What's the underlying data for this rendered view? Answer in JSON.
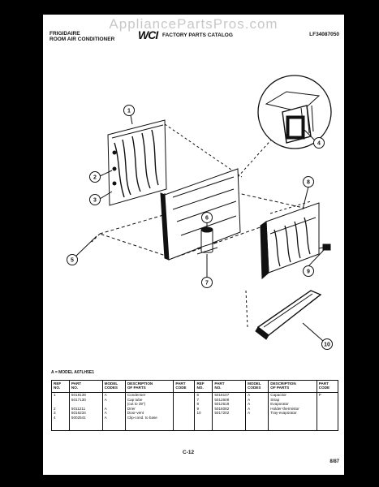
{
  "watermark": "AppliancePartsPros.com",
  "header": {
    "brand": "FRIGIDAIRE",
    "product": "ROOM AIR CONDITIONER",
    "logo": "WCI",
    "catalog": "FACTORY PARTS CATALOG",
    "model": "LF34087050"
  },
  "callouts": [
    "1",
    "2",
    "3",
    "4",
    "5",
    "6",
    "7",
    "8",
    "9",
    "10"
  ],
  "model_note": "A = MODEL A07LH5E1",
  "table": {
    "headers": {
      "ref_no": [
        "REF",
        "NO."
      ],
      "part_no": [
        "PART",
        "NO."
      ],
      "model_codes": [
        "MODEL",
        "CODES"
      ],
      "description": [
        "DESCRIPTION",
        "OF PARTS"
      ],
      "part_code": [
        "PART",
        "CODE"
      ]
    },
    "left": {
      "refs": [
        "1",
        "",
        "2",
        "3",
        "4"
      ],
      "parts": [
        "5018139",
        "5017130",
        "5011211",
        "5016234",
        "5002541"
      ],
      "codes": [
        "A",
        "A",
        "A",
        "A",
        "A"
      ],
      "descriptions": [
        "Condenser",
        "Cap tube",
        "(cut to 39\")",
        "Drier",
        "Door-vent",
        "Clip-cond. to base"
      ],
      "part_codes": [
        "",
        "",
        "",
        "",
        ""
      ]
    },
    "right": {
      "refs": [
        "6",
        "7",
        "8",
        "9",
        "10"
      ],
      "parts": [
        "5018107",
        "5012608",
        "5012618",
        "5016082",
        "5017202"
      ],
      "codes": [
        "A",
        "A",
        "A",
        "A",
        "A"
      ],
      "descriptions": [
        "Capacitor",
        "Strap",
        "Evaporator",
        "Holder-thermistor",
        "Tray-evaporator"
      ],
      "part_codes": [
        "P",
        "",
        "",
        "",
        ""
      ]
    }
  },
  "page_number": "C-12",
  "date_code": "8/87"
}
